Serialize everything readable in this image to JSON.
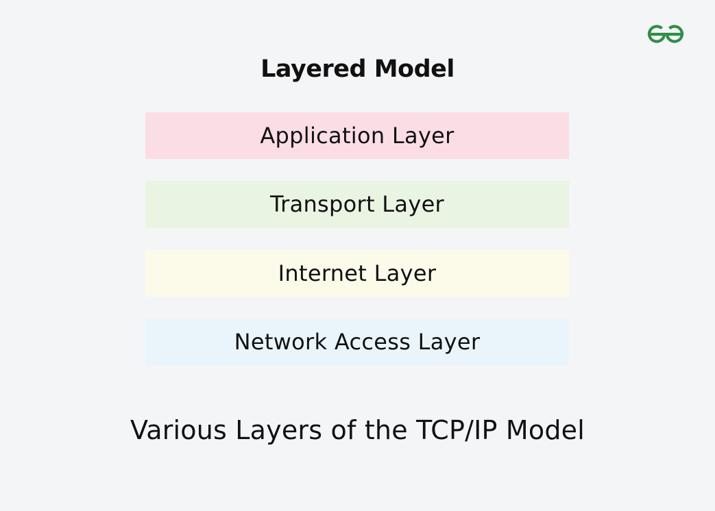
{
  "title": "Layered Model",
  "layers": [
    {
      "label": "Application Layer",
      "color": "#fbdde6"
    },
    {
      "label": "Transport Layer",
      "color": "#e9f4e2"
    },
    {
      "label": "Internet Layer",
      "color": "#fcfbea"
    },
    {
      "label": "Network Access Layer",
      "color": "#eaf5fb"
    }
  ],
  "caption": "Various Layers of the TCP/IP Model",
  "logo": {
    "icon": "geeksforgeeks-logo-icon",
    "color": "#2f8d46"
  }
}
